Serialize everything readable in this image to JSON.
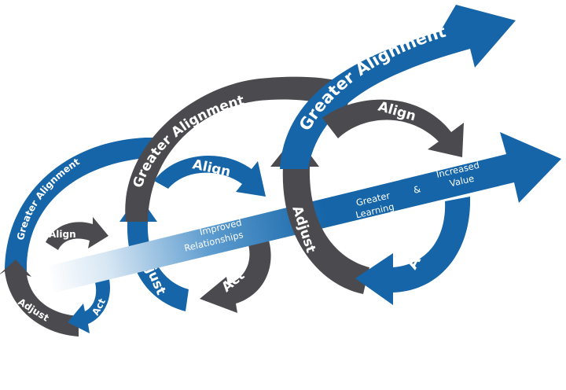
{
  "colors": {
    "blue": "#1565a8",
    "gray": "#4b4b4f",
    "background": "#ffffff"
  },
  "loops": {
    "loop1": {
      "greater_alignment": "Greater Alignment",
      "align": "Align",
      "act": "Act",
      "adjust": "Adjust"
    },
    "loop2": {
      "greater_alignment": "Greater Alignment",
      "align": "Align",
      "act": "Act",
      "adjust": "Adjust"
    },
    "loop3": {
      "greater_alignment": "Greater Alignment",
      "align": "Align",
      "act": "Act",
      "adjust": "Adjust"
    }
  },
  "arrow_labels": {
    "improved_line1": "Improved",
    "improved_line2": "Relationships",
    "greater_learning_line1": "Greater",
    "greater_learning_line2": "Learning",
    "ampersand": "&",
    "increased_value_line1": "Increased",
    "increased_value_line2": "Value"
  }
}
